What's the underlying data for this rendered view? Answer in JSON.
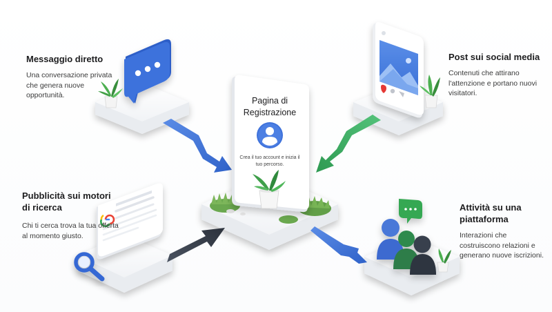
{
  "center": {
    "title": "Pagina di Registrazione",
    "subtitle": "Crea il tuo account e inizia il tuo percorso."
  },
  "channels": {
    "direct_message": {
      "title": "Messaggio diretto",
      "description": "Una conversazione privata che genera nuove opportunità."
    },
    "social_media": {
      "title": "Post sui social media",
      "description": "Contenuti che attirano l'attenzione e portano nuovi visitatori."
    },
    "search_ads": {
      "title": "Pubblicità sui motori di ricerca",
      "description": "Chi ti cerca trova la tua offerta al momento giusto."
    },
    "platform_activity": {
      "title": "Attività su una piattaforma",
      "description": "Interazioni che costruiscono relazioni e generano nuove iscrizioni."
    }
  },
  "colors": {
    "blue": "#3d6fd8",
    "green": "#3aa860",
    "dark": "#3b4350",
    "avatar_blue": "#4c77d6",
    "platform_white": "#ffffff"
  },
  "icons": [
    "chat-bubble-icon",
    "image-icon",
    "google-logo-icon",
    "magnifier-icon",
    "user-avatar-icon",
    "plant-icon",
    "people-group-icon",
    "heart-icon"
  ]
}
